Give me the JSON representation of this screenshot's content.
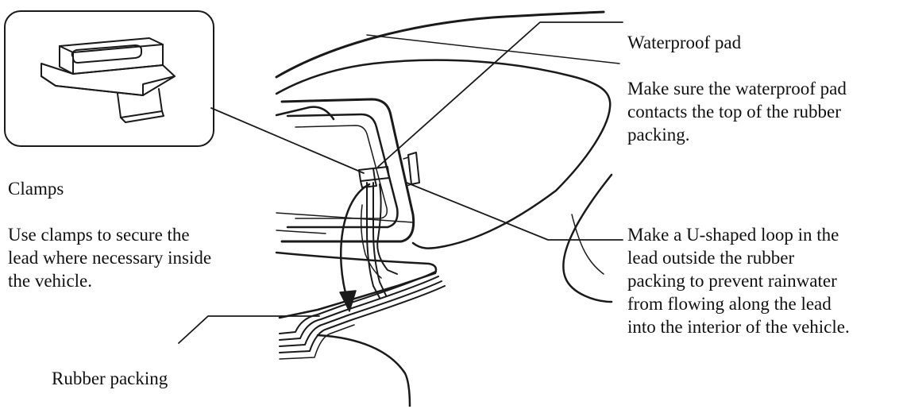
{
  "labels": {
    "clamps": {
      "title": "Clamps",
      "text": "Use clamps to secure the\nlead where necessary inside\nthe vehicle."
    },
    "waterproof_pad": {
      "title": "Waterproof pad",
      "text": "Make sure the waterproof pad\ncontacts the top of the rubber\npacking."
    },
    "u_loop": {
      "text": "Make a U-shaped loop in the\nlead outside the rubber\npacking to prevent rainwater\nfrom flowing along the lead\ninto the interior of the vehicle."
    },
    "rubber_packing": {
      "text": "Rubber packing"
    }
  },
  "colors": {
    "line": "#1a1a1a",
    "background": "#ffffff"
  }
}
